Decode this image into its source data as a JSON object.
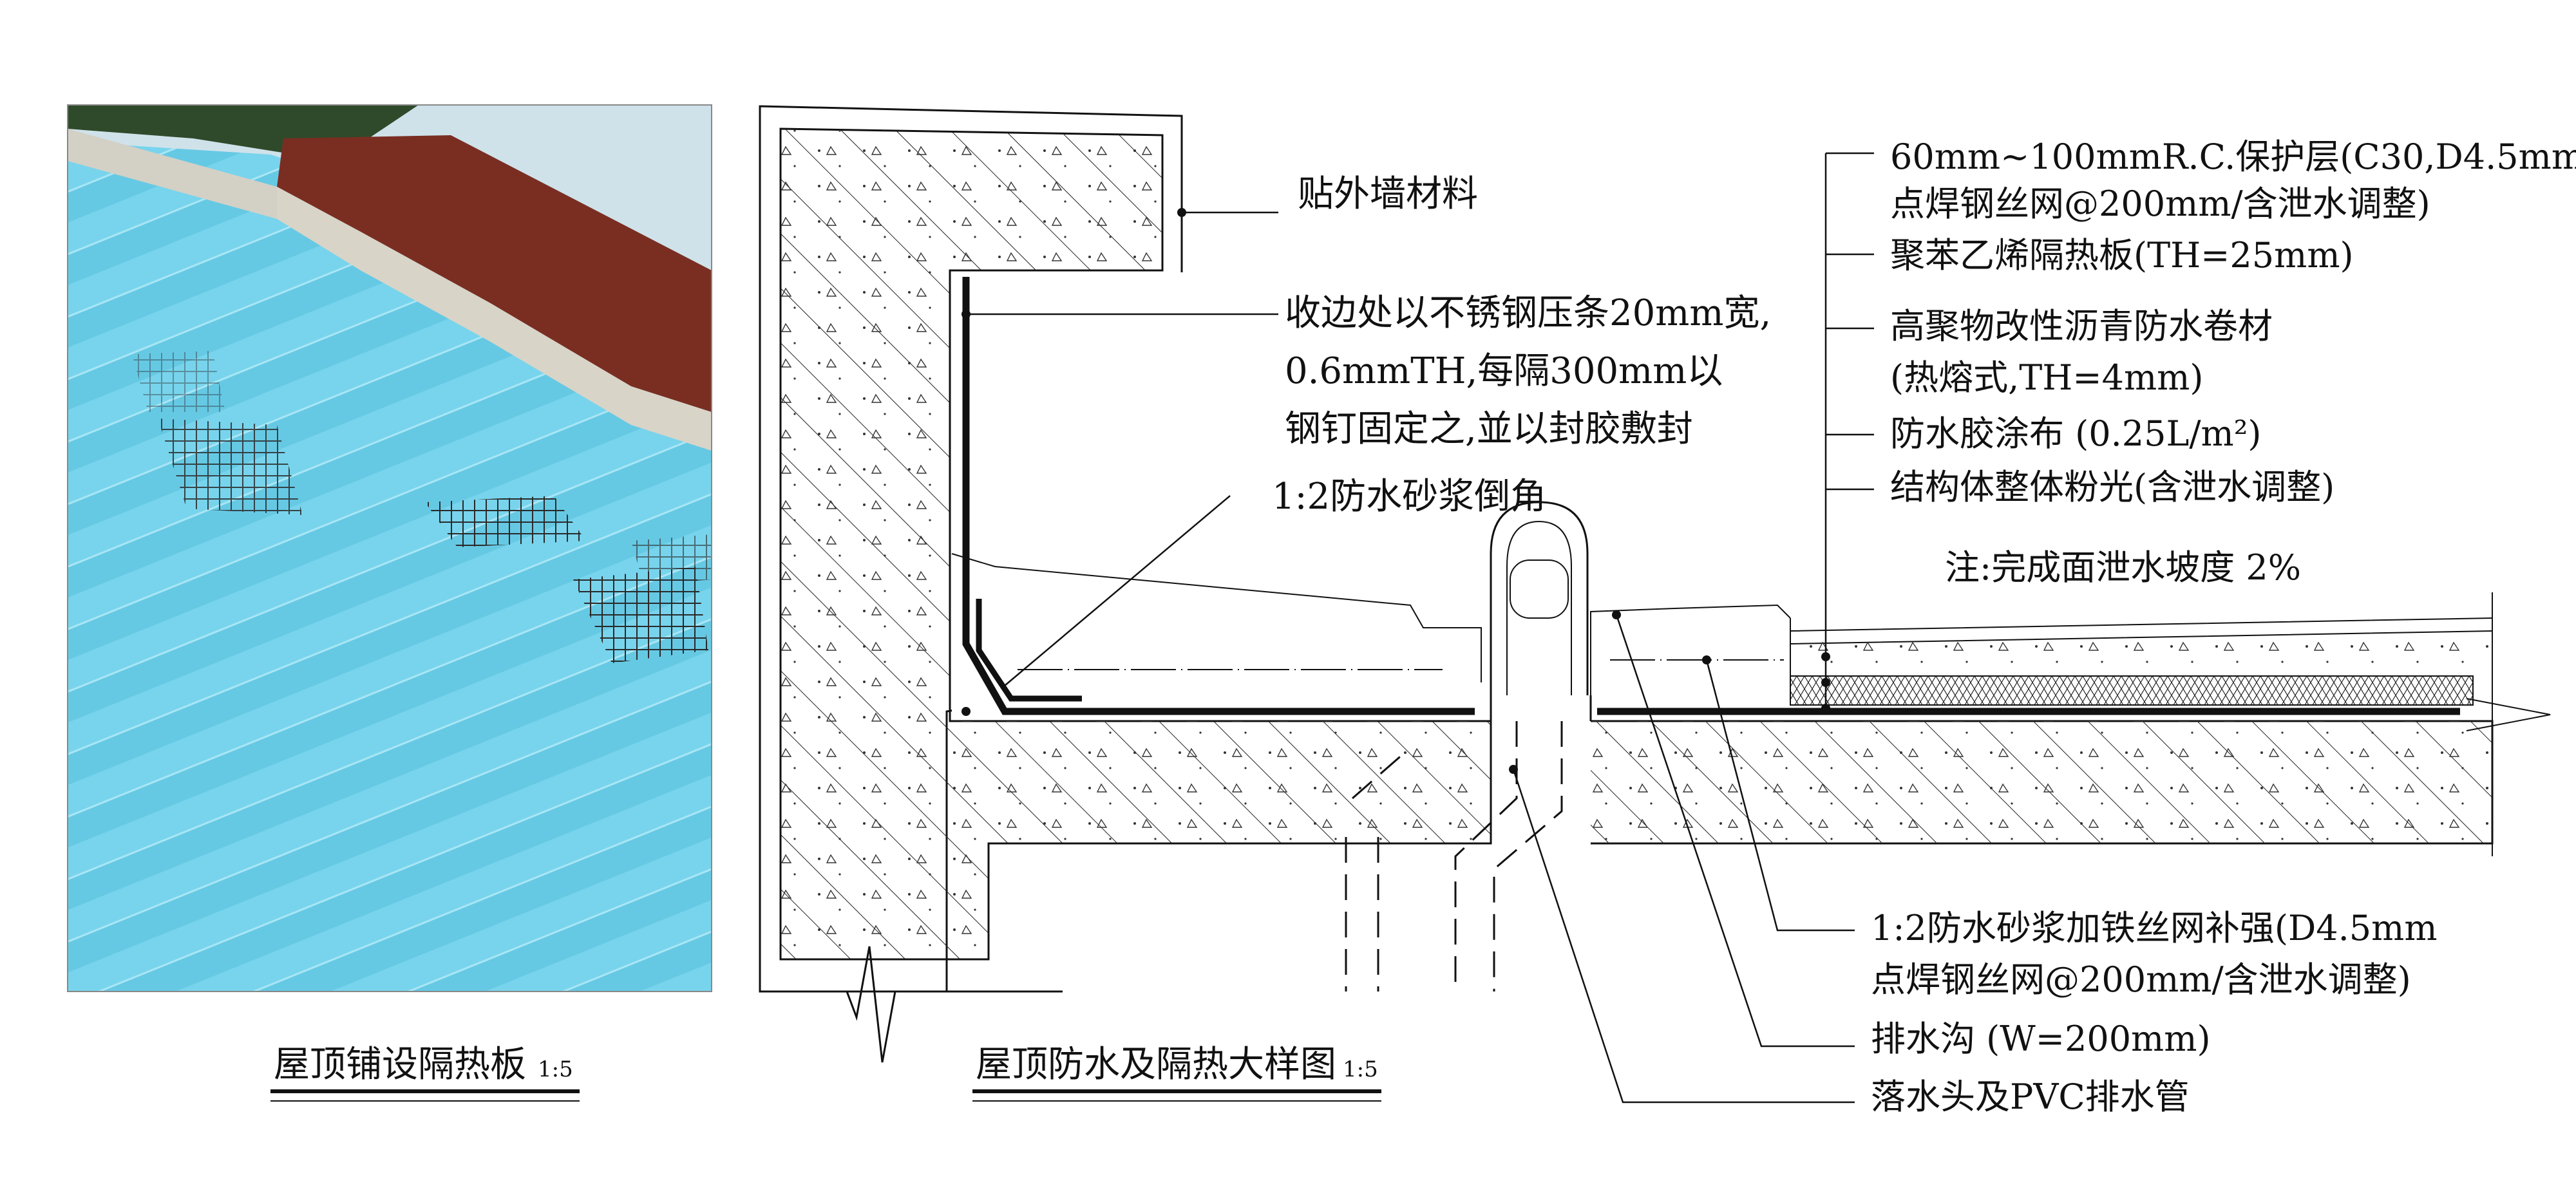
{
  "photo": {
    "caption": "屋顶铺设隔热板",
    "scale": "1:5"
  },
  "detail": {
    "caption": "屋顶防水及隔热大样图",
    "scale": "1:5",
    "callouts_left": {
      "wall_finish": "贴外墙材料",
      "ss_strip_1": "收边处以不锈钢压条20mm宽,",
      "ss_strip_2": "0.6mmTH,每隔300mm以",
      "ss_strip_3": "钢钉固定之,並以封胶敷封",
      "chamfer": "1:2防水砂浆倒角"
    },
    "callouts_right": {
      "protect_1": "60mm~100mmR.C.保护层(C30,D4.5mm",
      "protect_2": "点焊钢丝网@200mm/含泄水调整)",
      "eps": "聚苯乙烯隔热板(TH=25mm)",
      "membrane_1": "高聚物改性沥青防水卷材",
      "membrane_2": "(热熔式,TH=4mm)",
      "coating": "防水胶涂布 (0.25L/m²)",
      "screed": "结构体整体粉光(含泄水调整)",
      "note": "注:完成面泄水坡度 2%"
    },
    "callouts_bottom": {
      "mortar_1": "1:2防水砂浆加铁丝网补强(D4.5mm",
      "mortar_2": "点焊钢丝网@200mm/含泄水调整)",
      "gutter": "排水沟 (W=200mm)",
      "drain": "落水头及PVC排水管"
    }
  },
  "colors": {
    "line": "#111111",
    "photo_sky": "#cfe2ea",
    "photo_board": "#6fd0ea",
    "photo_roof": "#7a2e22",
    "photo_trees": "#2f4a2a"
  }
}
